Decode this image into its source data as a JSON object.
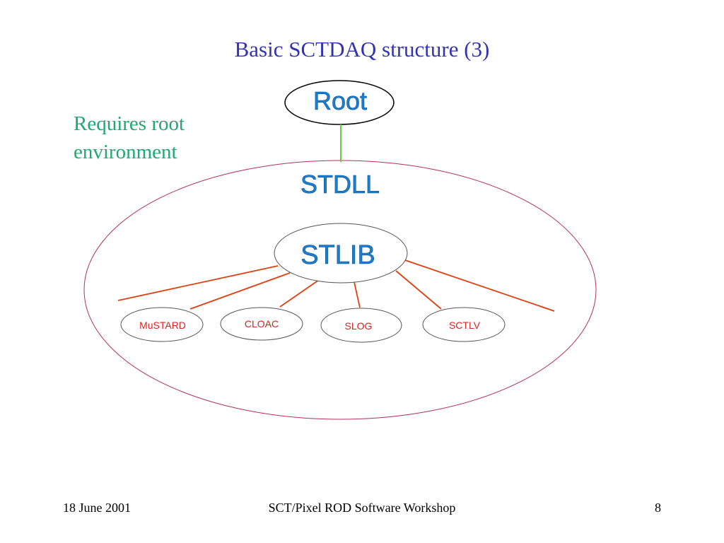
{
  "slide": {
    "title": "Basic SCTDAQ structure (3)",
    "note_lines": [
      "Requires root",
      "environment"
    ]
  },
  "diagram": {
    "root_label": "Root",
    "stdll_label": "STDLL",
    "stlib_label": "STLIB",
    "modules": [
      "MuSTARD",
      "CLOAC",
      "SLOG",
      "SCTLV"
    ],
    "colors": {
      "outer_ellipse": "#b03060",
      "root_outline": "#000000",
      "node_outline": "#555555",
      "connector_root": "#66cc44",
      "connector_stlib": "#e04010",
      "label_blue": "#1a7fd0",
      "module_text": "#e02020"
    }
  },
  "footer": {
    "date": "18 June 2001",
    "event": "SCT/Pixel ROD Software Workshop",
    "page": "8"
  }
}
